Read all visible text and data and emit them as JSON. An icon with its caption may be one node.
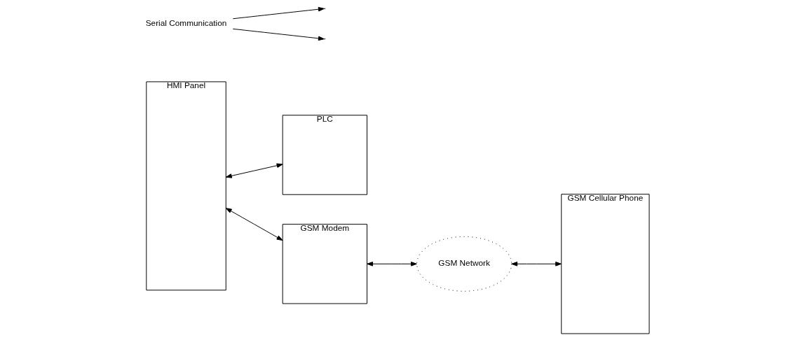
{
  "diagram": {
    "nodes": [
      {
        "text": [
          "HMI Panel"
        ]
      },
      {
        "text": [
          "PLC"
        ]
      },
      {
        "text": [
          "Serial Communication"
        ]
      },
      {
        "text": [
          "GSM Modem"
        ]
      },
      {
        "text": [
          "GSM Network"
        ]
      },
      {
        "text": [
          "GSM Cellular Phone"
        ]
      }
    ],
    "edges": [
      {
        "from": 0,
        "to": 1,
        "arrow": "both"
      },
      {
        "from": 0,
        "to": 3,
        "arrow": "both"
      },
      {
        "from": 2,
        "to": null,
        "arrow": "to"
      },
      {
        "from": 2,
        "to": null,
        "arrow": "to"
      },
      {
        "from": 3,
        "to": 4,
        "arrow": "both"
      },
      {
        "from": 4,
        "to": 5,
        "arrow": "both"
      }
    ]
  }
}
